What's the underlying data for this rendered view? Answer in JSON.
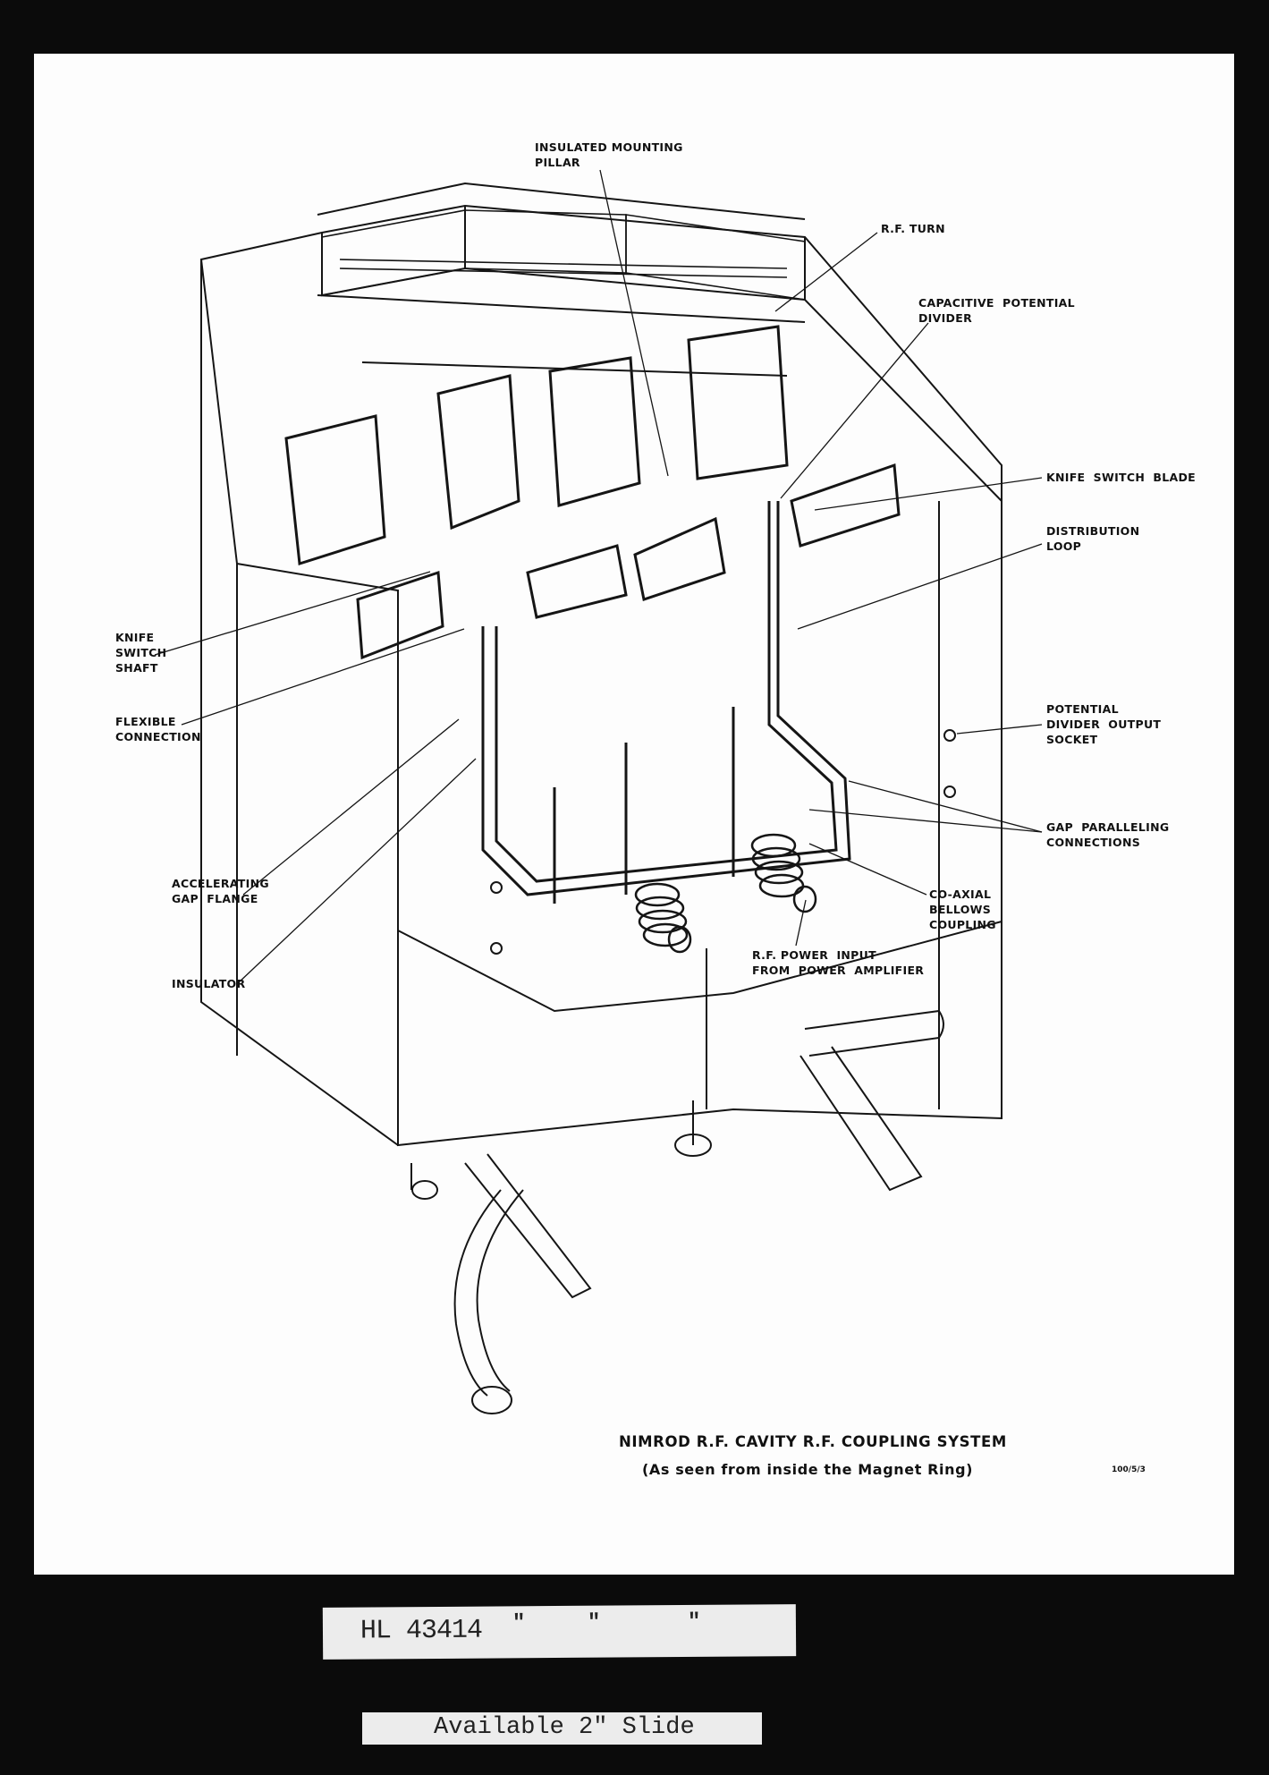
{
  "diagram": {
    "title": "NIMROD R.F. CAVITY R.F. COUPLING SYSTEM",
    "subtitle": "(As seen from inside the Magnet Ring)",
    "reference": "100/5/3",
    "labels": {
      "insulated_mounting_pillar": [
        "INSULATED MOUNTING",
        "PILLAR"
      ],
      "rf_turn": [
        "R.F. TURN"
      ],
      "capacitive_potential_divider": [
        "CAPACITIVE  POTENTIAL",
        "DIVIDER"
      ],
      "knife_switch_blade": [
        "KNIFE  SWITCH  BLADE"
      ],
      "distribution_loop": [
        "DISTRIBUTION",
        "LOOP"
      ],
      "knife_switch_shaft": [
        "KNIFE",
        "SWITCH",
        "SHAFT"
      ],
      "flexible_connection": [
        "FLEXIBLE",
        "CONNECTION"
      ],
      "potential_divider_output_socket": [
        "POTENTIAL",
        "DIVIDER  OUTPUT",
        "SOCKET"
      ],
      "gap_paralleling_connections": [
        "GAP  PARALLELING",
        "CONNECTIONS"
      ],
      "accelerating_gap_flange": [
        "ACCELERATING",
        "GAP  FLANGE"
      ],
      "co_axial_bellows_coupling": [
        "CO-AXIAL",
        "BELLOWS",
        "COUPLING"
      ],
      "rf_power_input": [
        "R.F. POWER  INPUT",
        "FROM  POWER  AMPLIFIER"
      ],
      "insulator": [
        "INSULATOR"
      ]
    }
  },
  "mount_labels": {
    "catalogue": "HL 43414",
    "ditto_marks": [
      "\"",
      "\"",
      "\""
    ],
    "slide_note": "Available 2\" Slide"
  }
}
